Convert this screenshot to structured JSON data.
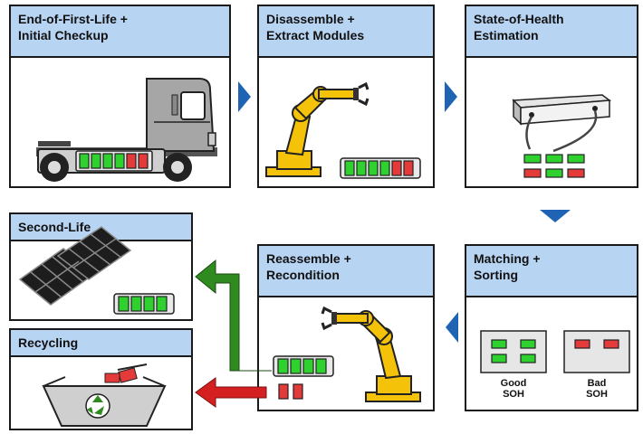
{
  "panels": {
    "eol": {
      "line1": "End-of-First-Life +",
      "line2": "Initial Checkup"
    },
    "disassemble": {
      "line1": "Disassemble +",
      "line2": "Extract Modules"
    },
    "soh": {
      "line1": "State-of-Health",
      "line2": "Estimation"
    },
    "matching": {
      "line1": "Matching +",
      "line2": "Sorting"
    },
    "reassemble": {
      "line1": "Reassemble +",
      "line2": "Recondition"
    },
    "second_life": {
      "line1": "Second-Life"
    },
    "recycling": {
      "line1": "Recycling"
    }
  },
  "labels": {
    "good_line1": "Good",
    "good_line2": "SOH",
    "bad_line1": "Bad",
    "bad_line2": "SOH"
  },
  "colors": {
    "header": "#b8d4f3",
    "arrow_blue": "#1f64b4",
    "arrow_green": "#2f8a1f",
    "arrow_red": "#d42020",
    "cell_green": "#2ed12e",
    "cell_red": "#e43a3a",
    "robot_yellow": "#f5c20a",
    "truck_grey": "#a6a6a6"
  },
  "icons": [
    "truck-icon",
    "robot-arm-icon",
    "battery-tester-icon",
    "solar-panel-icon",
    "skip-container-icon",
    "recycle-icon"
  ]
}
